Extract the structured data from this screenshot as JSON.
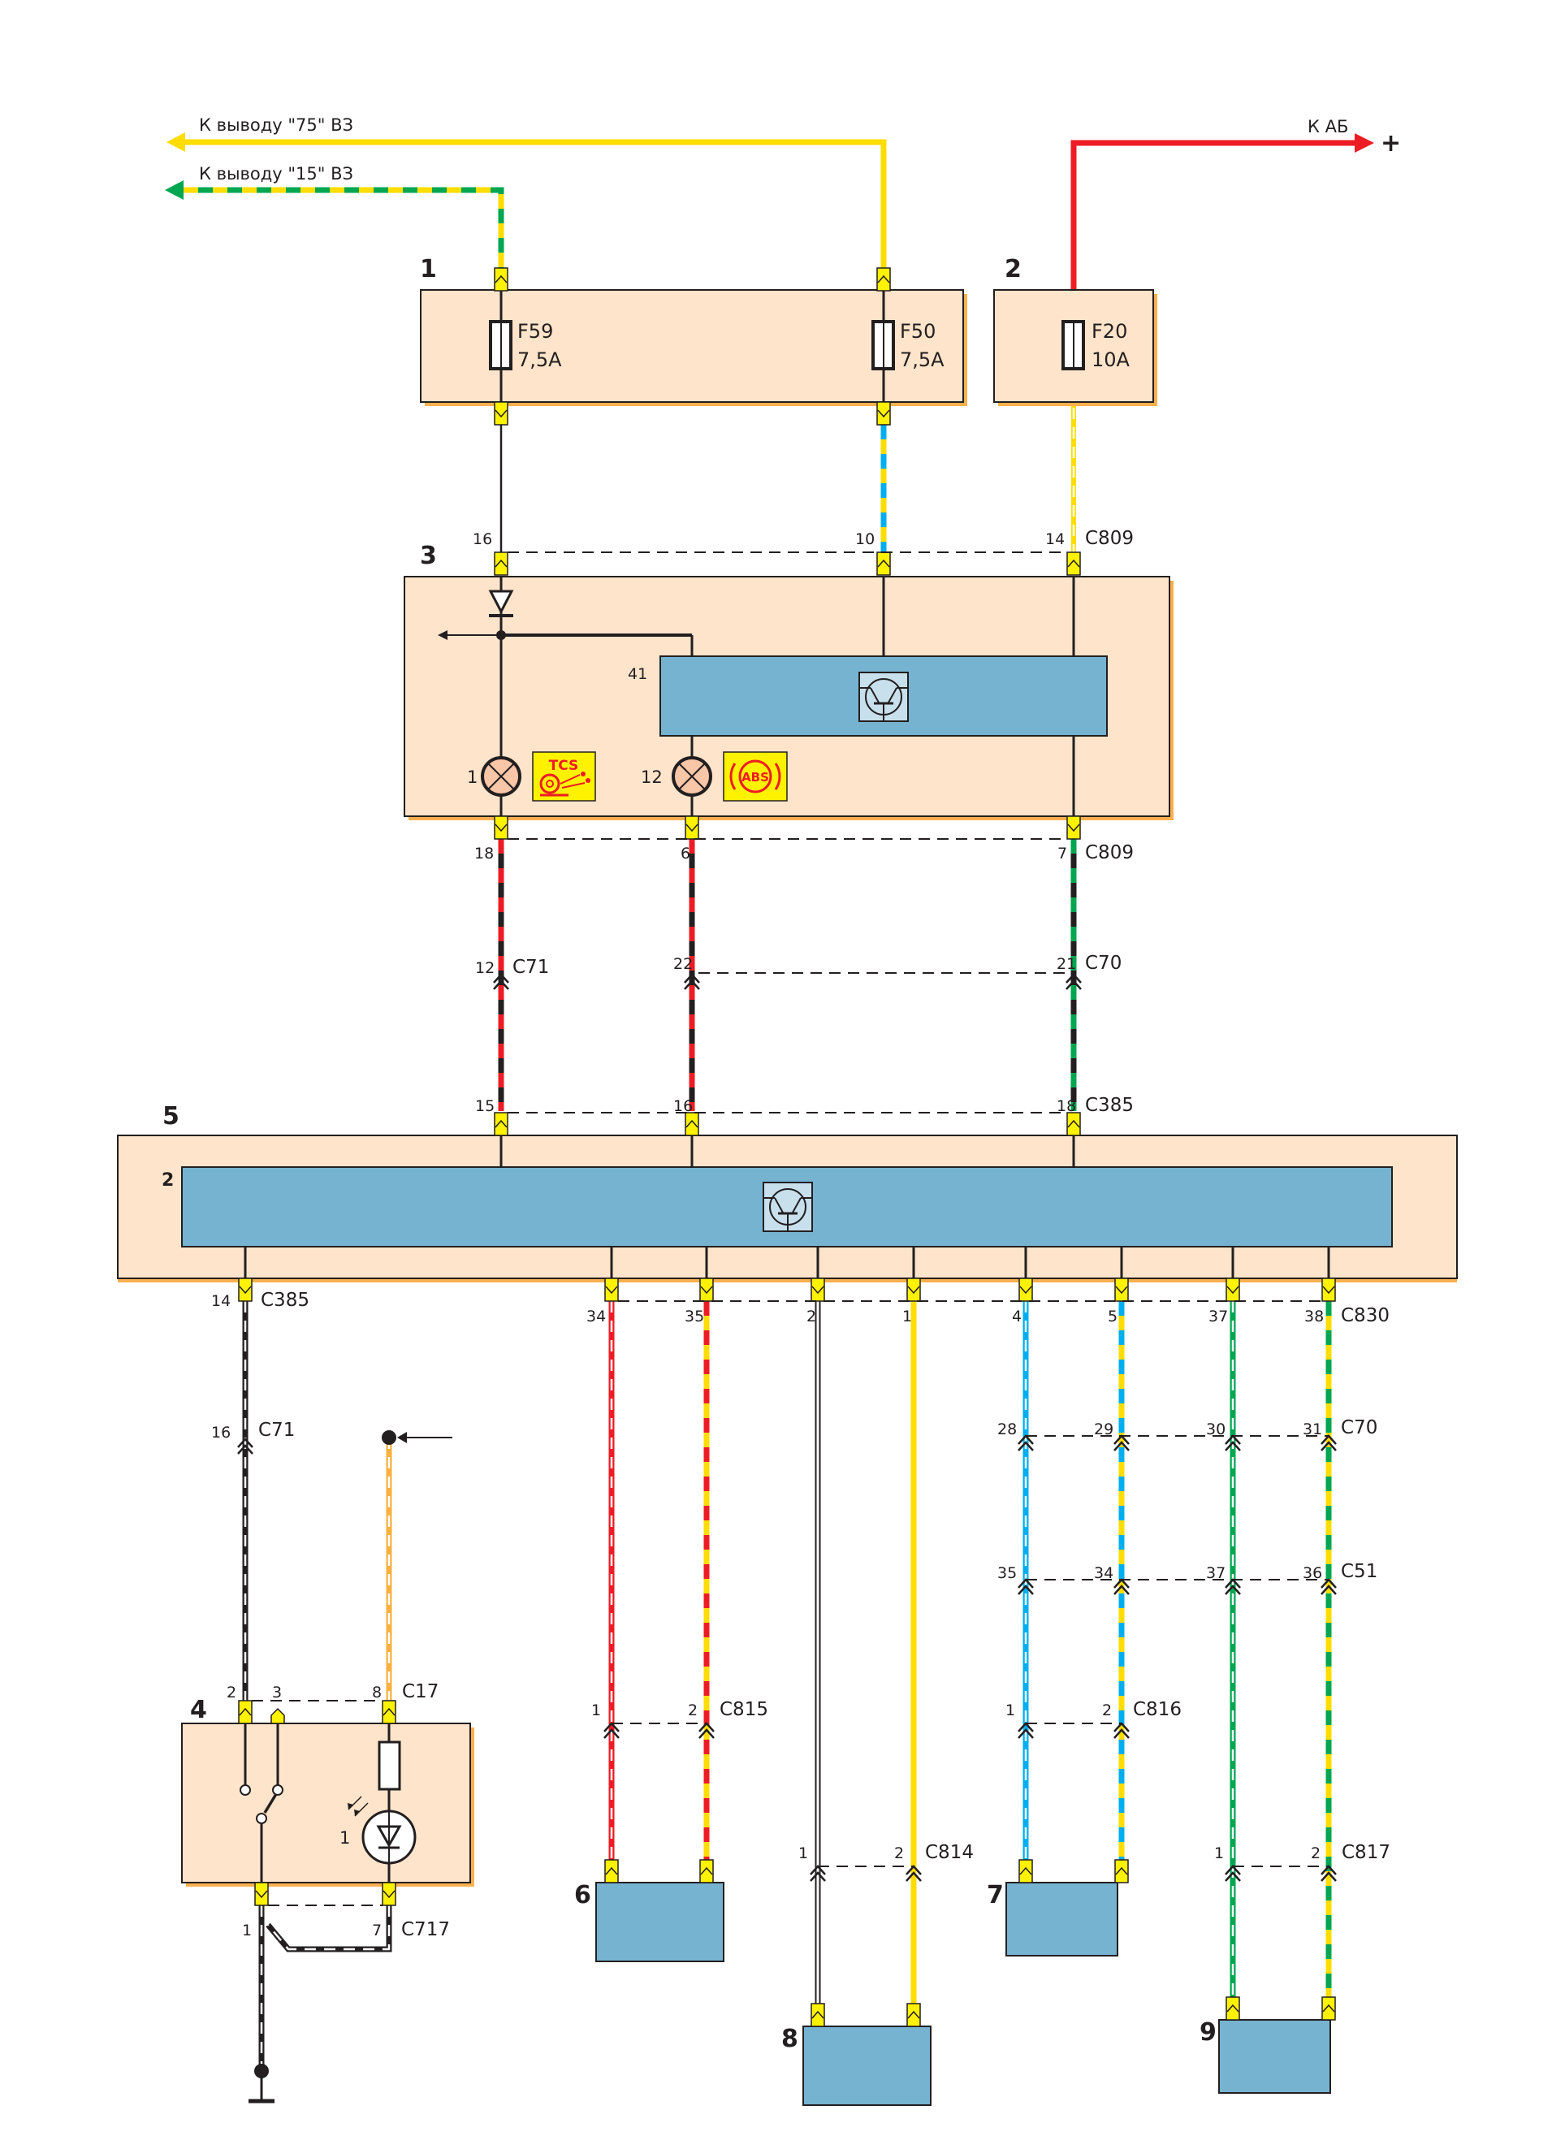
{
  "title": "ABS / TCS warning lamp wiring diagram",
  "colors": {
    "yellow": "#ffdd00",
    "green": "#00a650",
    "red": "#ed1c24",
    "blue": "#00aeef",
    "black": "#231f20",
    "orange": "#fbb040",
    "white": "#ffffff",
    "module_fill": "#fee4ca",
    "module_shadow": "#fbb04f",
    "ecu_fill": "#76b3d0",
    "connector_fill": "#fff200"
  },
  "feeds": {
    "ign75": "К выводу \"75\" ВЗ",
    "ign15": "К выводу \"15\" ВЗ",
    "battery": "К АБ",
    "battery_sign": "+"
  },
  "components": [
    {
      "id": "1",
      "label": "1",
      "kind": "fuse-box"
    },
    {
      "id": "2",
      "label": "2",
      "kind": "fuse-box"
    },
    {
      "id": "3",
      "label": "3",
      "kind": "instrument-cluster"
    },
    {
      "id": "4",
      "label": "4",
      "kind": "tcs-switch"
    },
    {
      "id": "5",
      "label": "5",
      "kind": "abs-module"
    },
    {
      "id": "6",
      "label": "6",
      "kind": "wheel-sensor"
    },
    {
      "id": "7",
      "label": "7",
      "kind": "wheel-sensor"
    },
    {
      "id": "8",
      "label": "8",
      "kind": "wheel-sensor"
    },
    {
      "id": "9",
      "label": "9",
      "kind": "wheel-sensor"
    }
  ],
  "fuses": [
    {
      "name": "F59",
      "rating": "7,5A"
    },
    {
      "name": "F50",
      "rating": "7,5A"
    },
    {
      "name": "F20",
      "rating": "10A"
    }
  ],
  "cluster": {
    "submodule_label": "41",
    "lamps": [
      {
        "label": "1",
        "icon": "TCS"
      },
      {
        "label": "12",
        "icon": "ABS"
      }
    ]
  },
  "abs_module": {
    "submodule_label": "2"
  },
  "switch_block": {
    "led_label": "1"
  },
  "connectors": {
    "c809_top": {
      "name": "C809",
      "pins": [
        "16",
        "10",
        "14"
      ]
    },
    "c809_bottom": {
      "name": "C809",
      "pins": [
        "18",
        "6",
        "7"
      ]
    },
    "c71_c70_upper": {
      "names": [
        "C71",
        "C70"
      ],
      "pins": [
        "12",
        "22",
        "21"
      ]
    },
    "c385_top": {
      "name": "C385",
      "pins": [
        "15",
        "16",
        "18"
      ]
    },
    "c385_left": {
      "name": "C385",
      "pin": "14"
    },
    "c71_left": {
      "name": "C71",
      "pin": "16"
    },
    "c830": {
      "name": "C830",
      "pins": [
        "34",
        "35",
        "2",
        "1",
        "4",
        "5",
        "37",
        "38"
      ]
    },
    "c70_lower": {
      "name": "C70",
      "pins": [
        "28",
        "29",
        "30",
        "31"
      ]
    },
    "c51": {
      "name": "C51",
      "pins": [
        "35",
        "34",
        "37",
        "36"
      ]
    },
    "c815": {
      "name": "C815",
      "pins": [
        "1",
        "2"
      ]
    },
    "c816": {
      "name": "C816",
      "pins": [
        "1",
        "2"
      ]
    },
    "c814": {
      "name": "C814",
      "pins": [
        "1",
        "2"
      ]
    },
    "c817": {
      "name": "C817",
      "pins": [
        "1",
        "2"
      ]
    },
    "c17": {
      "name": "C17",
      "pins": [
        "2",
        "3",
        "8"
      ]
    },
    "c717": {
      "name": "C717",
      "pins": [
        "1",
        "7"
      ]
    }
  }
}
